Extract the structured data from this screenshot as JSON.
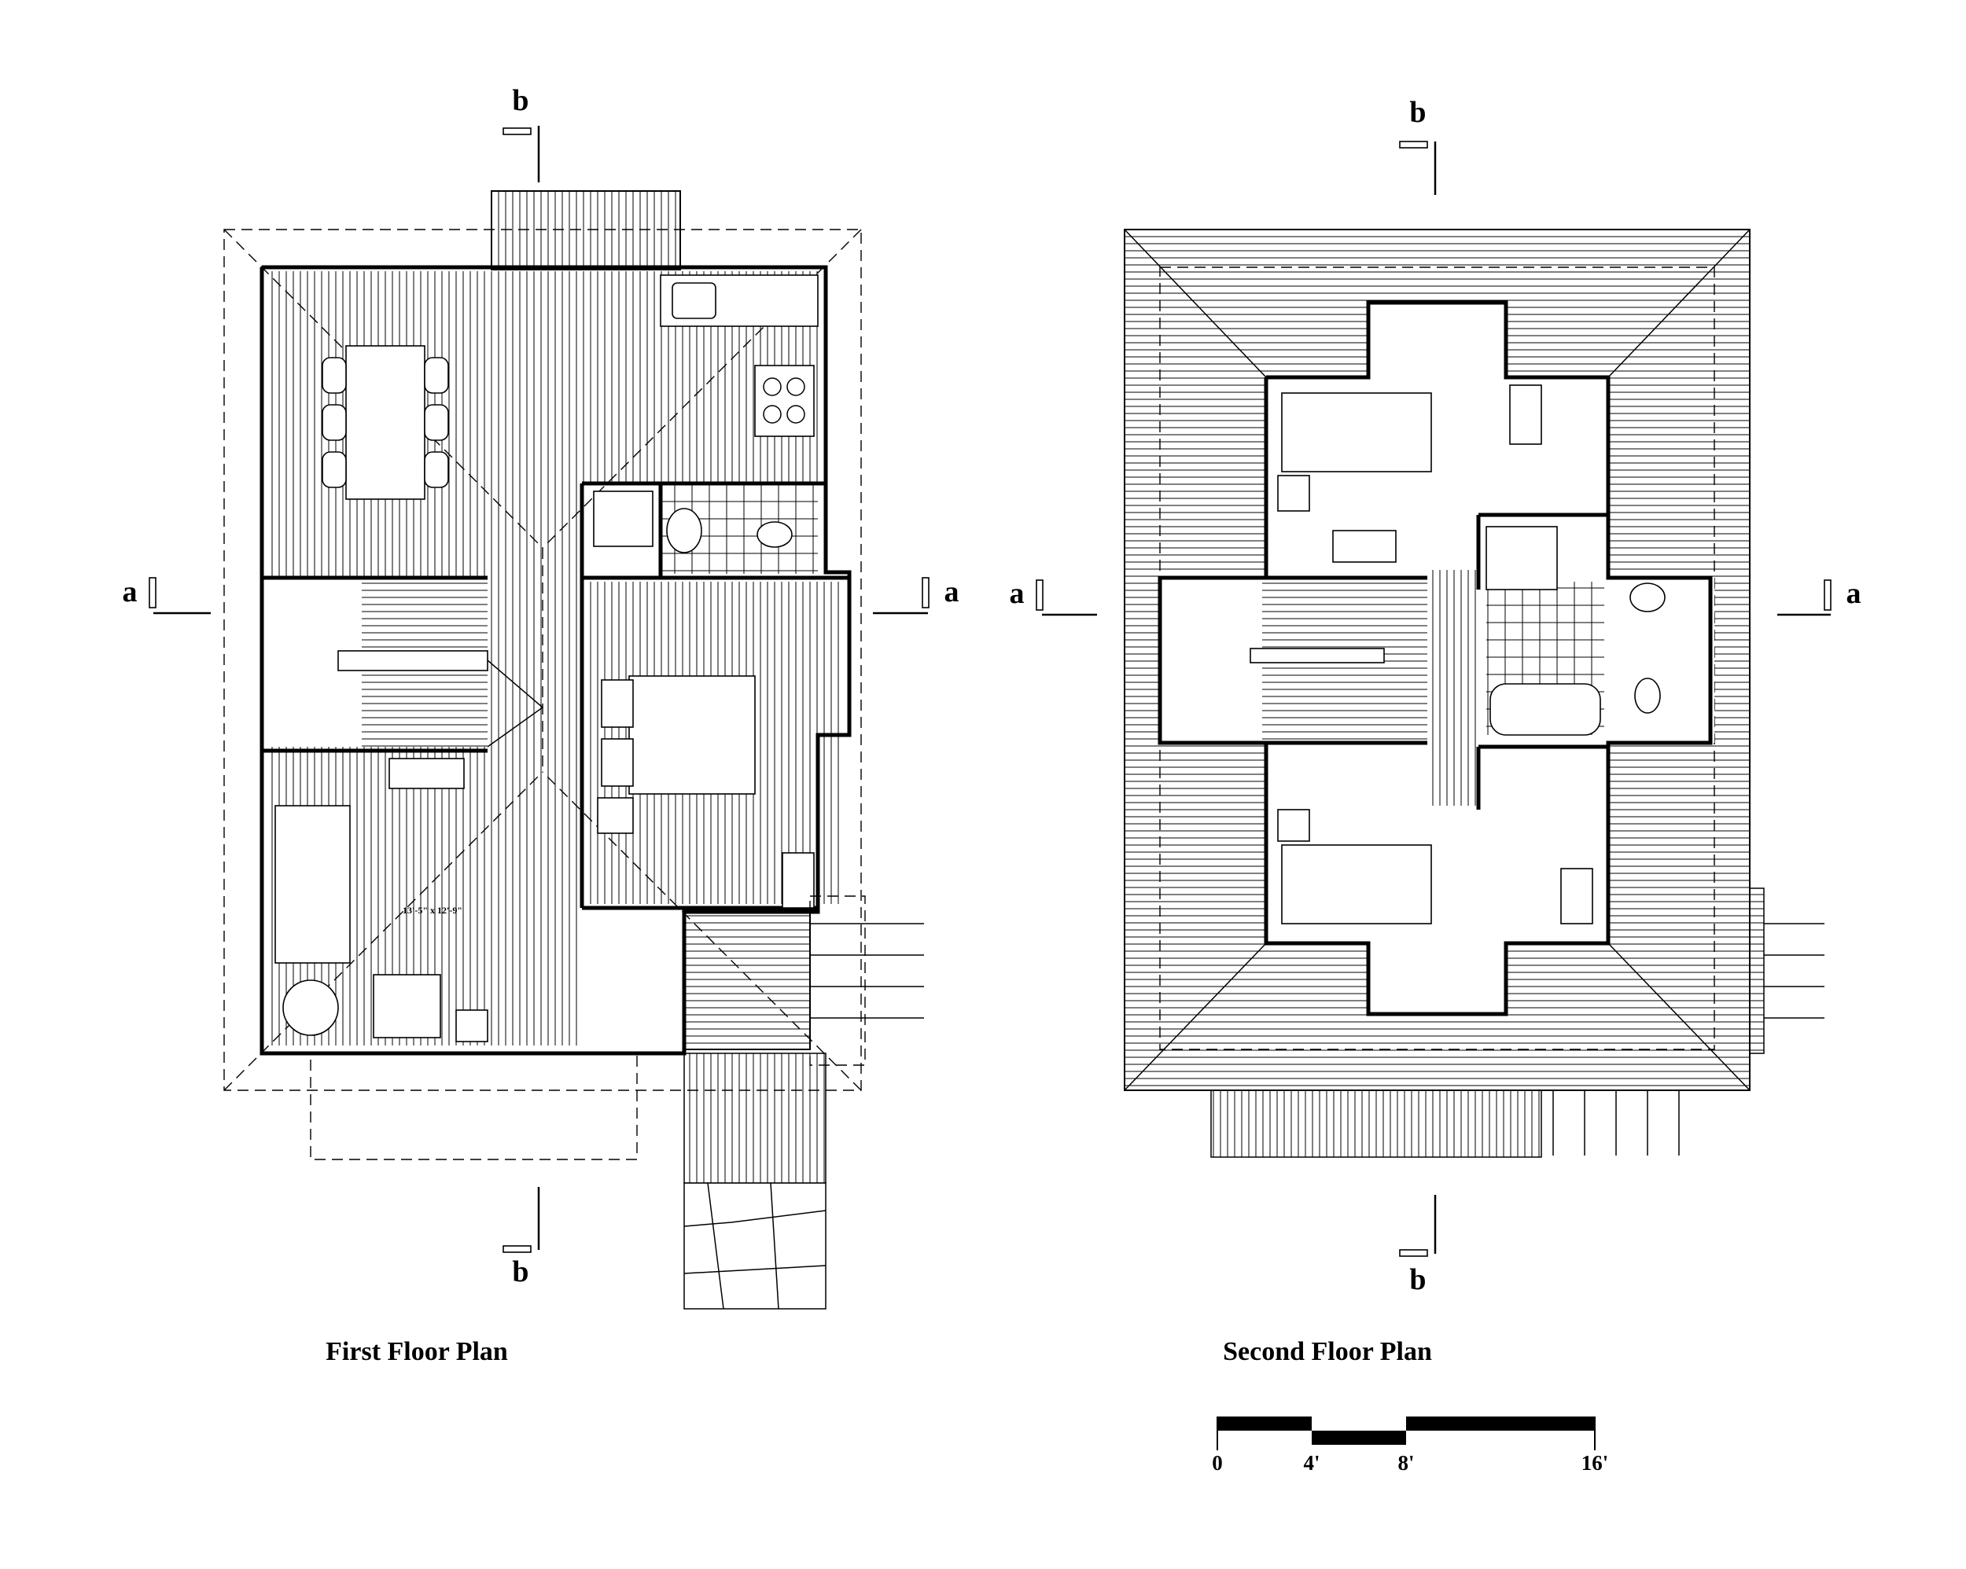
{
  "first_floor": {
    "title": "First Floor Plan",
    "section_labels": {
      "b_top": "b",
      "b_bottom": "b",
      "a_left": "a",
      "a_right": "a"
    },
    "room_dimension": "13'-5\" x 12'-9\""
  },
  "second_floor": {
    "title": "Second Floor Plan",
    "section_labels": {
      "b_top": "b",
      "b_bottom": "b",
      "a_left": "a",
      "a_right": "a"
    }
  },
  "scale_bar": {
    "ticks": [
      "0",
      "4'",
      "8'",
      "16'"
    ]
  }
}
